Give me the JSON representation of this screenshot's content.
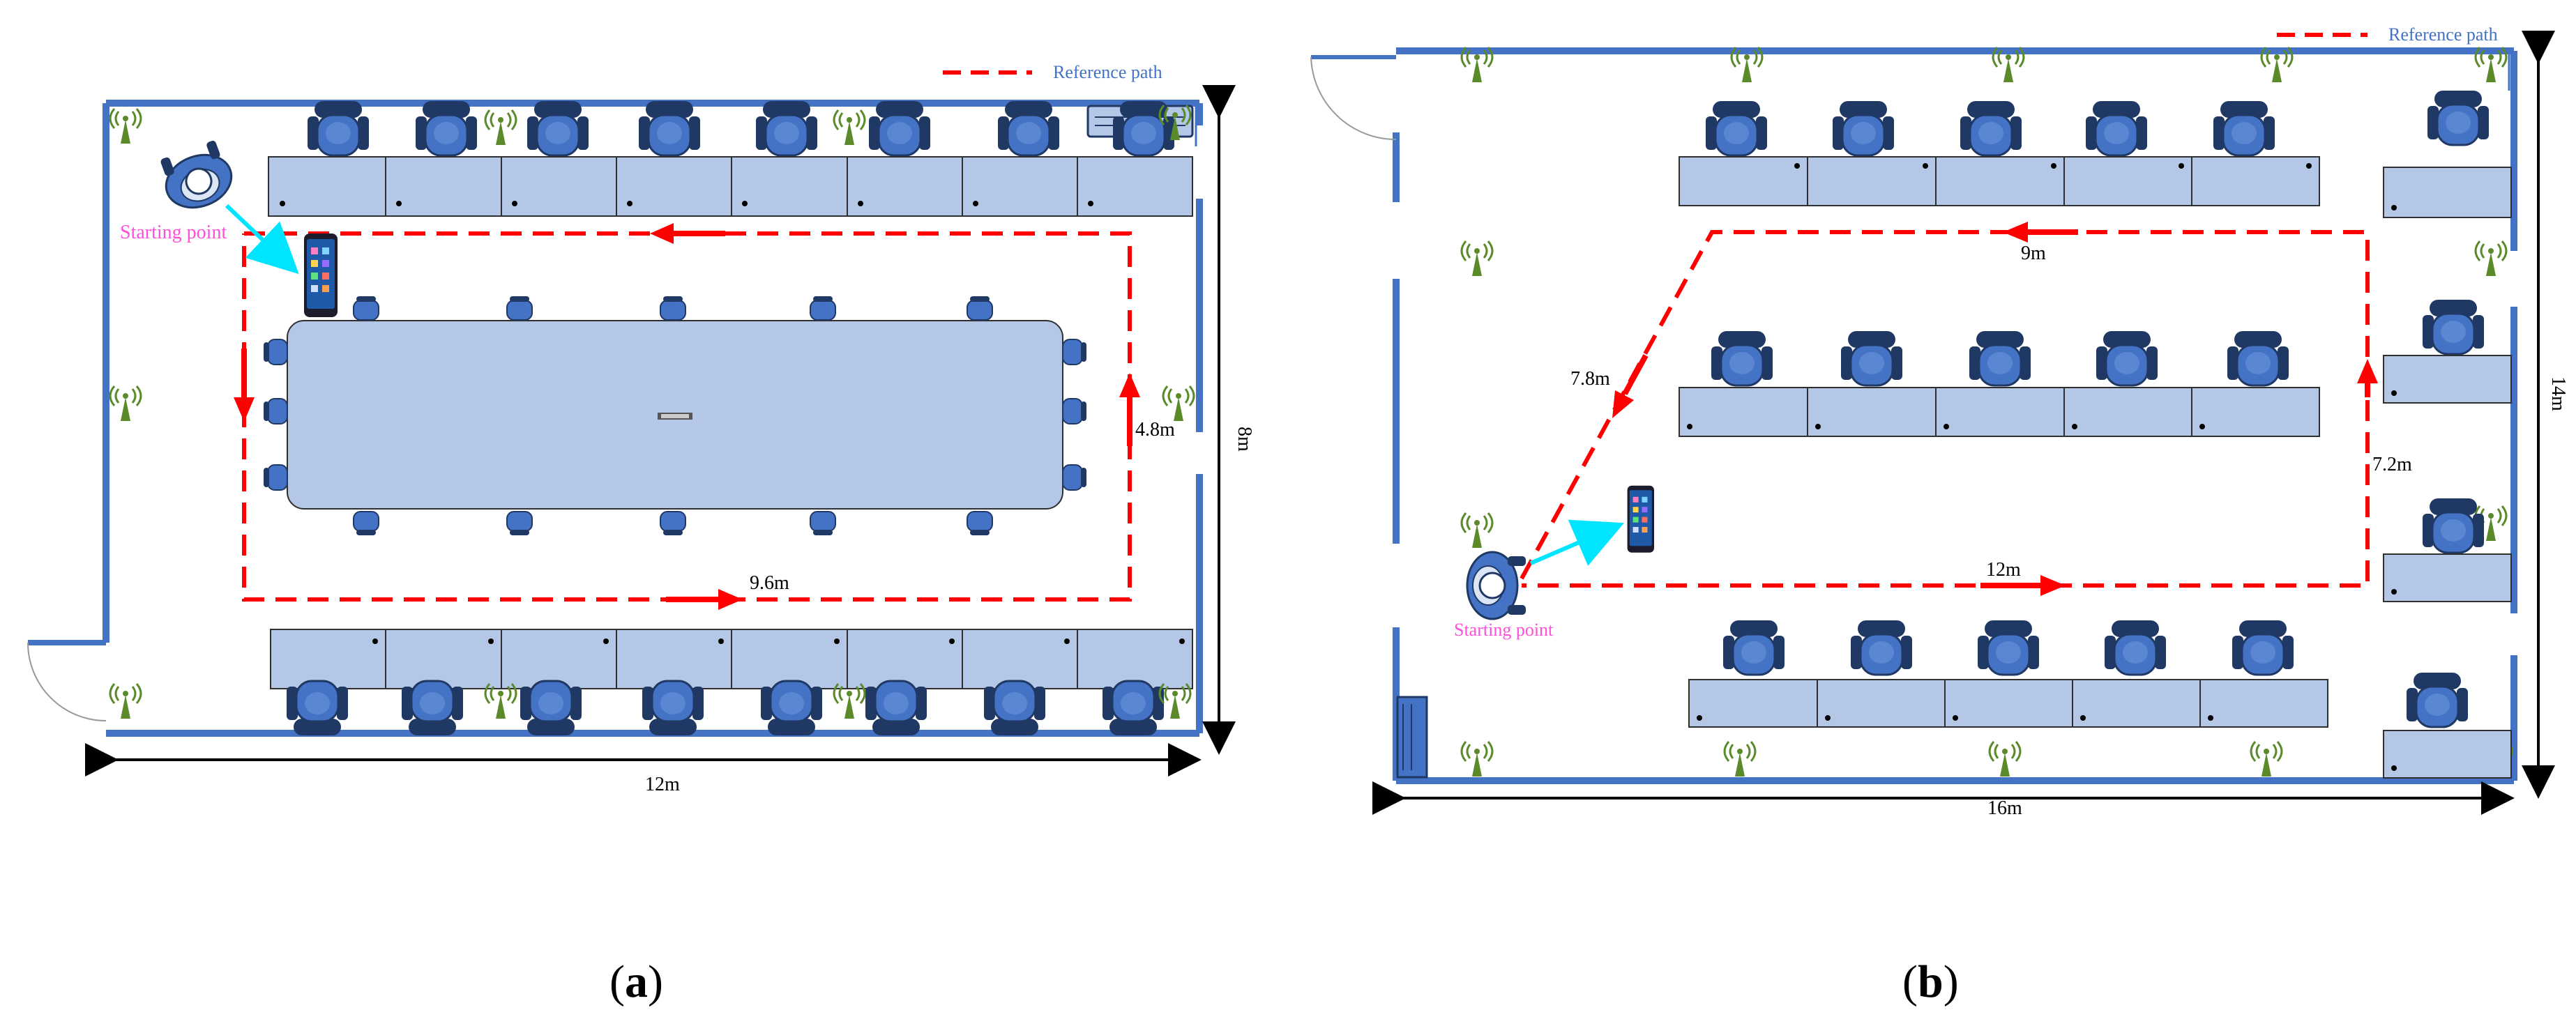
{
  "colors": {
    "wall": "#4472c4",
    "desk": "#b4c7e7",
    "desk_stroke": "#2f2f2f",
    "chair": "#4472c4",
    "chair_dark": "#203864",
    "path": "#ff0000",
    "link": "#00e5ff",
    "antenna": "#5a8a2a",
    "start_text": "#ff4fd8"
  },
  "icons": [
    "chair-icon",
    "antenna-icon",
    "phone-icon",
    "person-icon",
    "arrow-icon",
    "air-conditioner-icon",
    "door-icon"
  ],
  "panel_a": {
    "legend": "Reference path",
    "start": "Starting point",
    "width_label": "12m",
    "height_label": "8m",
    "seg_bottom": "9.6m",
    "seg_right": "4.8m",
    "caption_open": "(",
    "caption_letter": "a",
    "caption_close": ")"
  },
  "panel_b": {
    "legend": "Reference path",
    "start": "Starting point",
    "width_label": "16m",
    "height_label": "14m",
    "seg_top": "9m",
    "seg_diag": "7.8m",
    "seg_right": "7.2m",
    "seg_bottom": "12m",
    "caption_open": "(",
    "caption_letter": "b",
    "caption_close": ")"
  }
}
